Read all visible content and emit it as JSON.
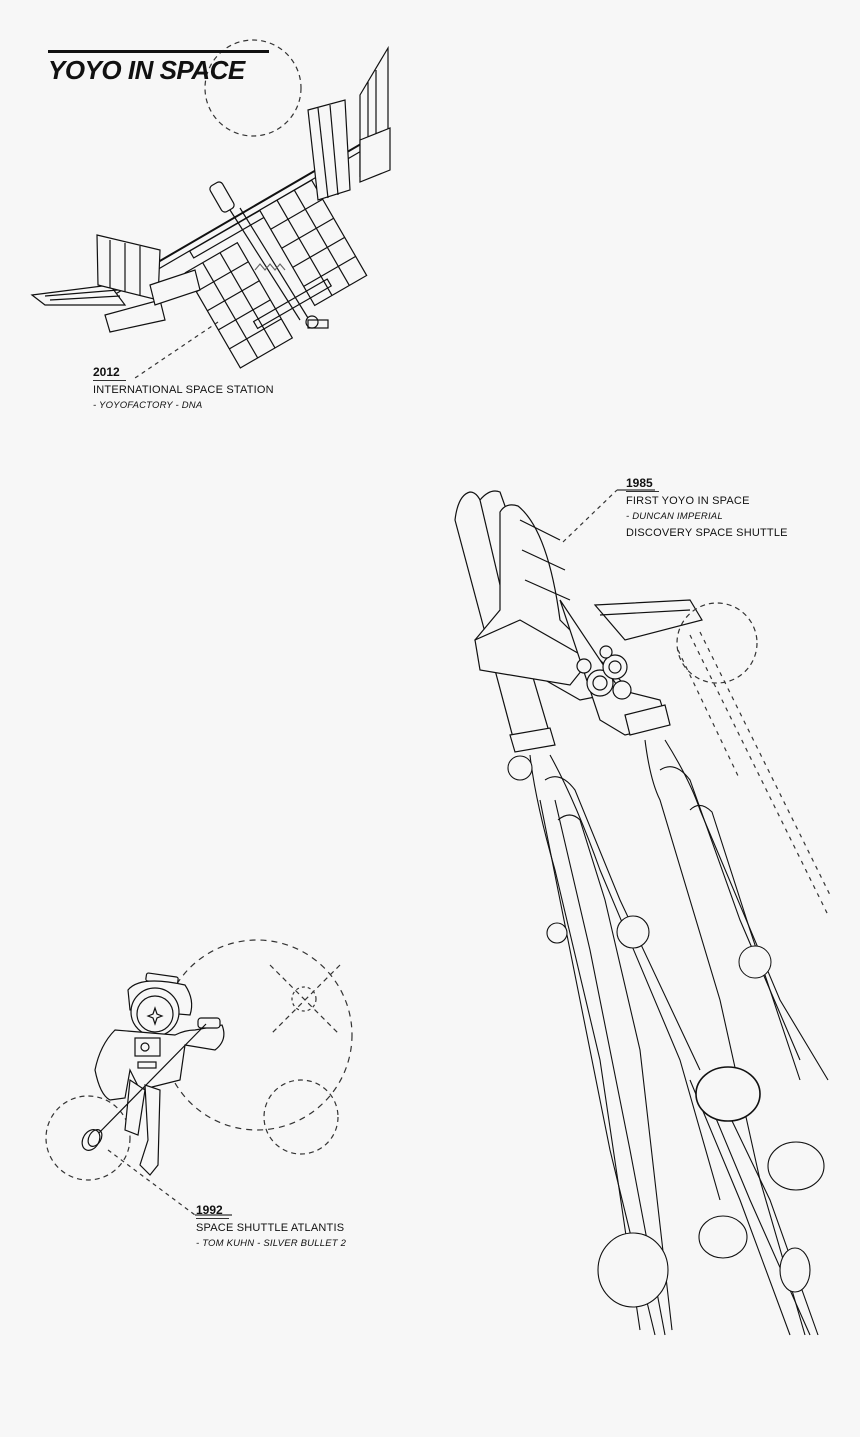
{
  "header": {
    "title": "YOYO IN SPACE"
  },
  "milestones": [
    {
      "year": "2012",
      "title": "INTERNATIONAL SPACE STATION",
      "detail": "- YOYOFACTORY - DNA",
      "illustration": "iss-icon"
    },
    {
      "year": "1985",
      "title": "FIRST YOYO IN SPACE",
      "detail": "- DUNCAN IMPERIAL",
      "extra": "DISCOVERY SPACE SHUTTLE",
      "illustration": "space-shuttle-icon"
    },
    {
      "year": "1992",
      "title": "SPACE SHUTTLE ATLANTIS",
      "detail": "- TOM KUHN - SILVER BULLET 2",
      "illustration": "astronaut-icon"
    }
  ],
  "colors": {
    "background": "#f7f7f7",
    "ink": "#111111",
    "dash": "#333333"
  }
}
